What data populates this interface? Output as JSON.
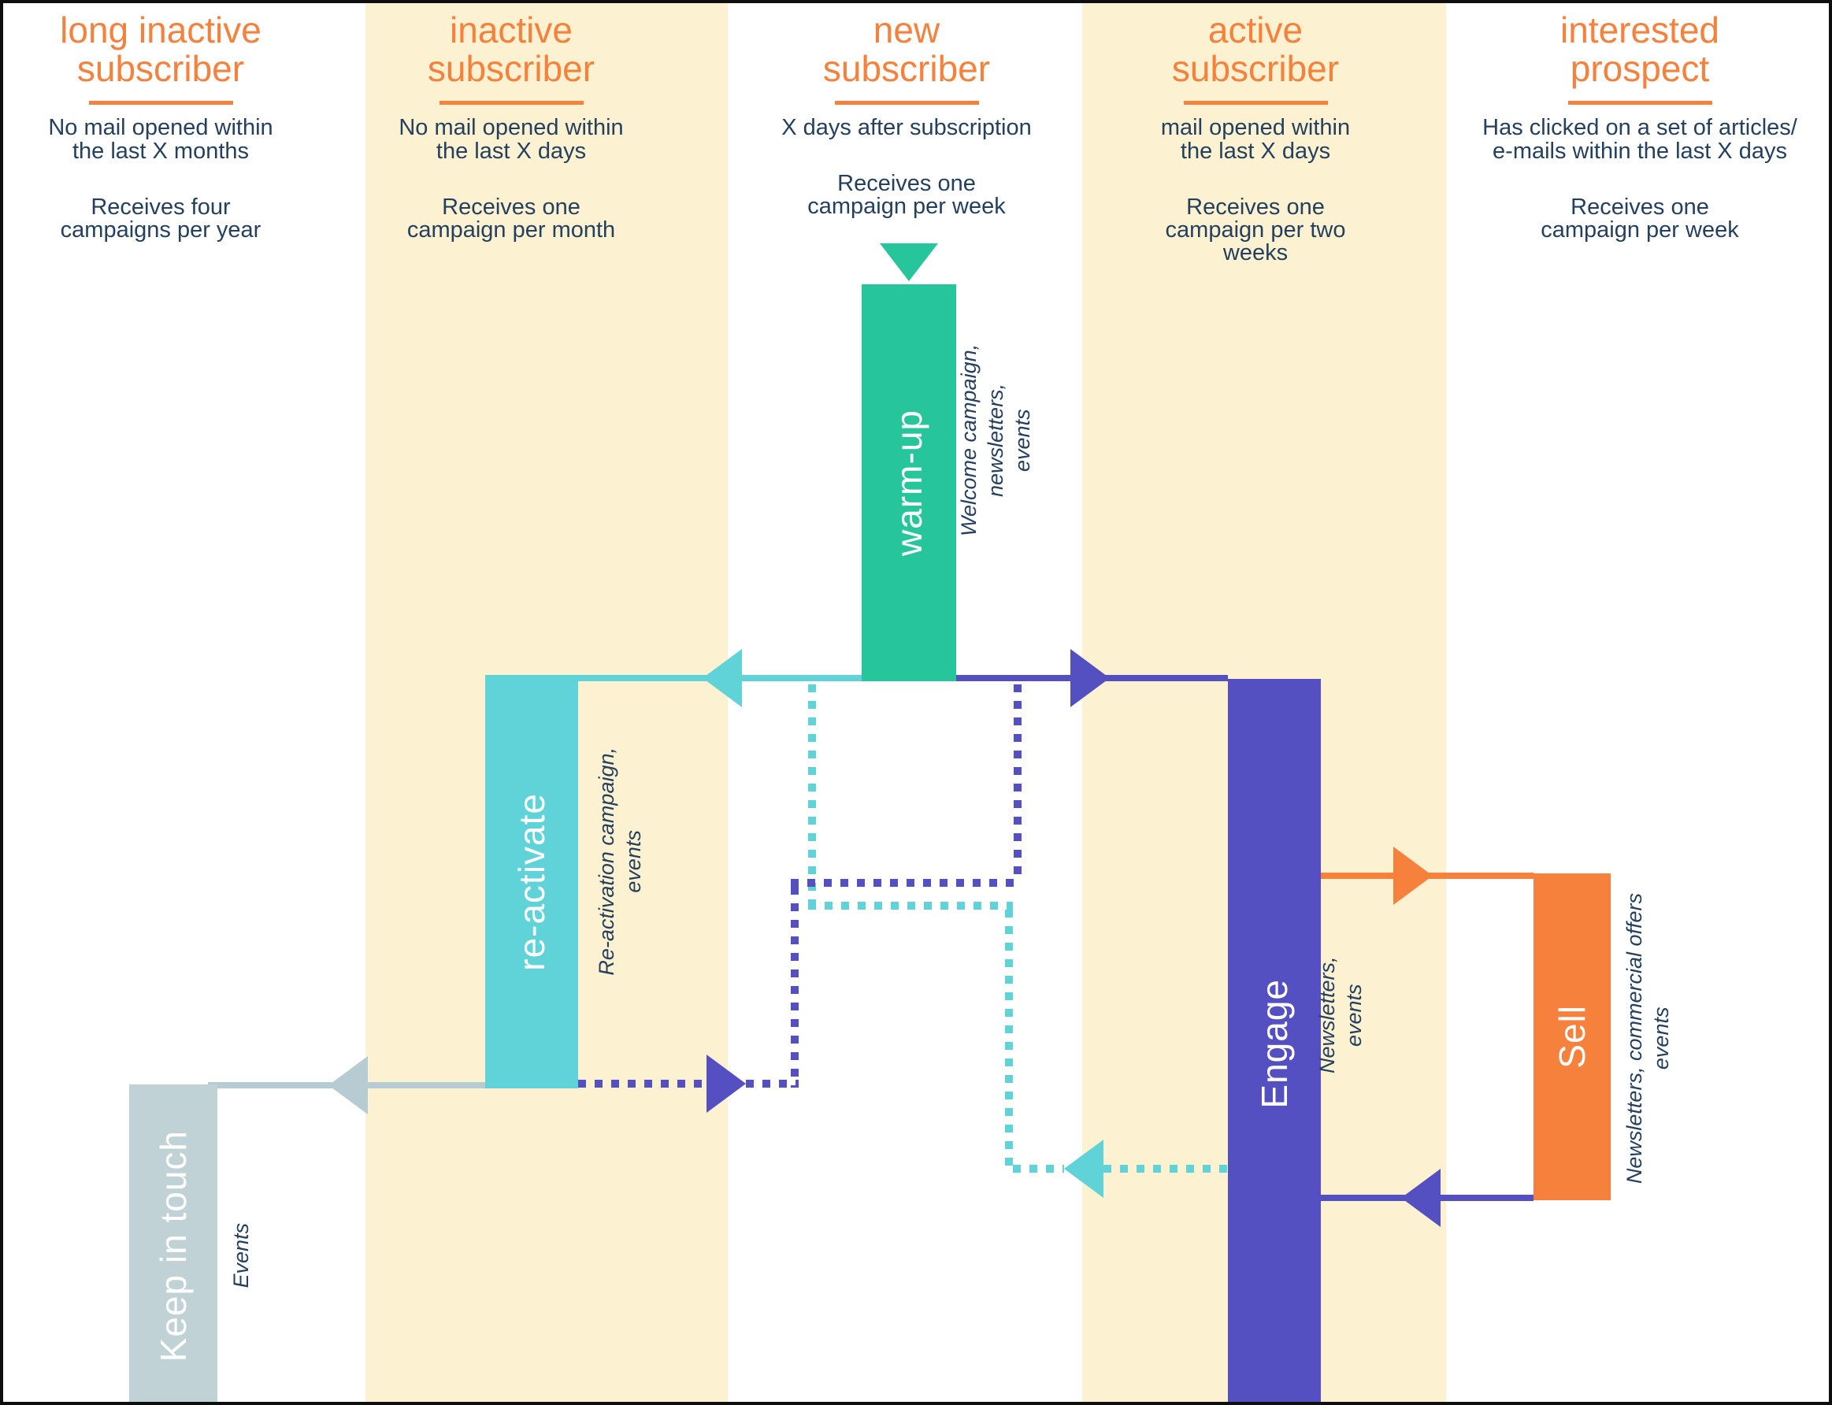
{
  "palette": {
    "orange": "#F5813D",
    "green": "#26C59C",
    "cyan": "#5FD3D8",
    "indigo": "#5450C1",
    "steel": "#C1D2D6",
    "steelline": "#B7CCD2",
    "cream": "#FCF2D2",
    "navy": "#25405E"
  },
  "columns": [
    {
      "title_line1": "long inactive",
      "title_line2": "subscriber",
      "description": "No mail opened within\nthe last X months",
      "frequency": "Receives four\ncampaigns per year"
    },
    {
      "title_line1": "inactive",
      "title_line2": "subscriber",
      "description": "No mail opened within\nthe last X days",
      "frequency": "Receives one\ncampaign per month"
    },
    {
      "title_line1": "new",
      "title_line2": "subscriber",
      "description": "X days after subscription",
      "frequency": "Receives one\ncampaign per week"
    },
    {
      "title_line1": "active",
      "title_line2": "subscriber",
      "description": "mail opened within\nthe last X days",
      "frequency": "Receives one\ncampaign per two\nweeks"
    },
    {
      "title_line1": "interested",
      "title_line2": "prospect",
      "description": "Has clicked on a set of articles/\ne-mails within the last X days",
      "frequency": "Receives one\ncampaign per week"
    }
  ],
  "bars": [
    {
      "label": "warm-up",
      "note": "Welcome campaign, newsletters,\nevents"
    },
    {
      "label": "re-activate",
      "note": "Re-activation campaign,\nevents"
    },
    {
      "label": "Engage",
      "note": "Newsletters, events"
    },
    {
      "label": "Sell",
      "note": "Newsletters, commercial offers\nevents"
    },
    {
      "label": "Keep in touch",
      "note": "Events"
    }
  ]
}
